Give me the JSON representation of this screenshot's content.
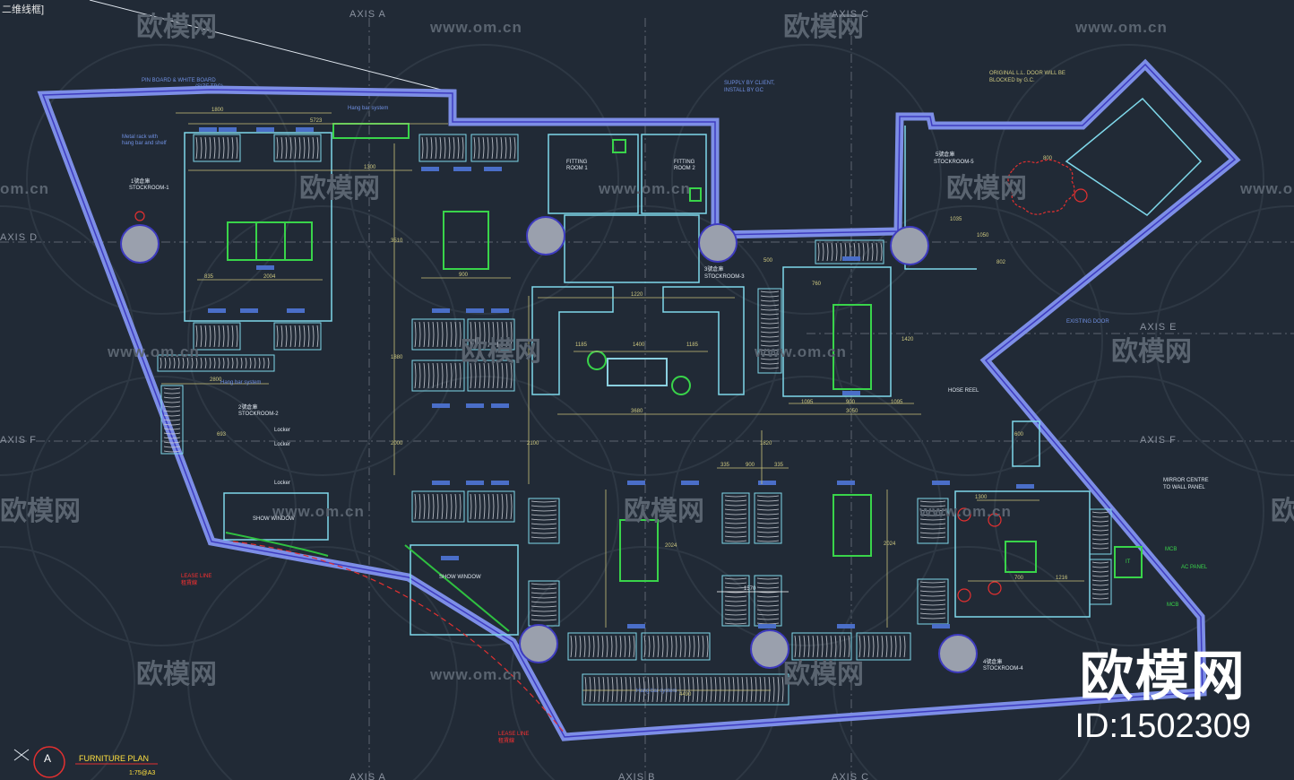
{
  "viewport_label": "二维线框]",
  "axes": {
    "a_top": "AXIS A",
    "c_top": "AXIS C",
    "d": "AXIS D",
    "e": "AXIS E",
    "f_left": "AXIS F",
    "f_right": "AXIS F",
    "a_bottom": "AXIS A",
    "b_bottom": "AXIS B",
    "c_bottom": "AXIS C"
  },
  "watermark": {
    "url": "www.om.cn",
    "name": "欧模网",
    "url_short": "om.cn"
  },
  "brand": {
    "name": "欧模网",
    "id": "ID:1502309"
  },
  "title_block": {
    "letter": "A",
    "title": "FURNITURE PLAN",
    "scale": "1:75@A3"
  },
  "rooms": {
    "stock1_cn": "1號倉庫",
    "stock1": "STOCKROOM-1",
    "stock2_cn": "2號倉庫",
    "stock2": "STOCKROOM-2",
    "stock3_cn": "3號倉庫",
    "stock3": "STOCKROOM-3",
    "stock4_cn": "4號倉庫",
    "stock4": "STOCKROOM-4",
    "stock5_cn": "5號倉庫",
    "stock5": "STOCKROOM-5",
    "fit1": "FITTING",
    "fit1b": "ROOM 1",
    "fit2": "FITTING",
    "fit2b": "ROOM 2",
    "show1": "SHOW WINDOW",
    "show2": "SHOW WINDOW"
  },
  "notes": {
    "pin": "PIN BOARD & WHITE BOARD",
    "pin_size": "(SIZE TBC)",
    "supply1": "SUPPLY BY CLIENT,",
    "supply2": "INSTALL BY GC",
    "door1": "ORIGINAL L.L. DOOR WILL BE",
    "door2": "BLOCKED by G.C.",
    "existing_door": "EXISTING DOOR",
    "mirror1": "MIRROR CENTRE",
    "mirror2": "TO WALL PANEL",
    "lease1": "LEASE LINE",
    "lease1_cn": "租賃線",
    "lease2": "LEASE LINE",
    "lease2_cn": "租賃線",
    "metal1": "Metal rack with",
    "metal2": "hang bar and shelf",
    "hang1": "Hang bar system",
    "hang2": "Hang bar system",
    "hang3": "Hang bar system",
    "locker": "Locker",
    "hose": "HOSE REEL",
    "mcb": "MCB",
    "ac": "AC PANEL",
    "it": "IT"
  },
  "dims": {
    "d1800": "1800",
    "d5723": "5723",
    "d1300": "1300",
    "d3510": "3510",
    "d2004a": "2004",
    "d835": "835",
    "d900a": "900",
    "d1220": "1220",
    "d1185a": "1185",
    "d1400": "1400",
    "d1185b": "1185",
    "d3680": "3680",
    "d3050": "3050",
    "d1095a": "1095",
    "d1095b": "1095",
    "d900b": "900",
    "d900c": "900",
    "d335a": "335",
    "d335b": "335",
    "d1570": "1570",
    "d2800": "2800",
    "d1880": "1880",
    "d2000": "2000",
    "d2100": "2100",
    "d4490": "4490",
    "d1216": "1216",
    "d700": "700",
    "d1300b": "1300",
    "d500": "500",
    "d800": "800",
    "d802": "802",
    "d600": "600",
    "d693": "693",
    "d2024a": "2024",
    "d2024b": "2024",
    "d1820": "1820",
    "d1420": "1420",
    "d760": "760",
    "d1050": "1050",
    "d1035": "1035"
  }
}
